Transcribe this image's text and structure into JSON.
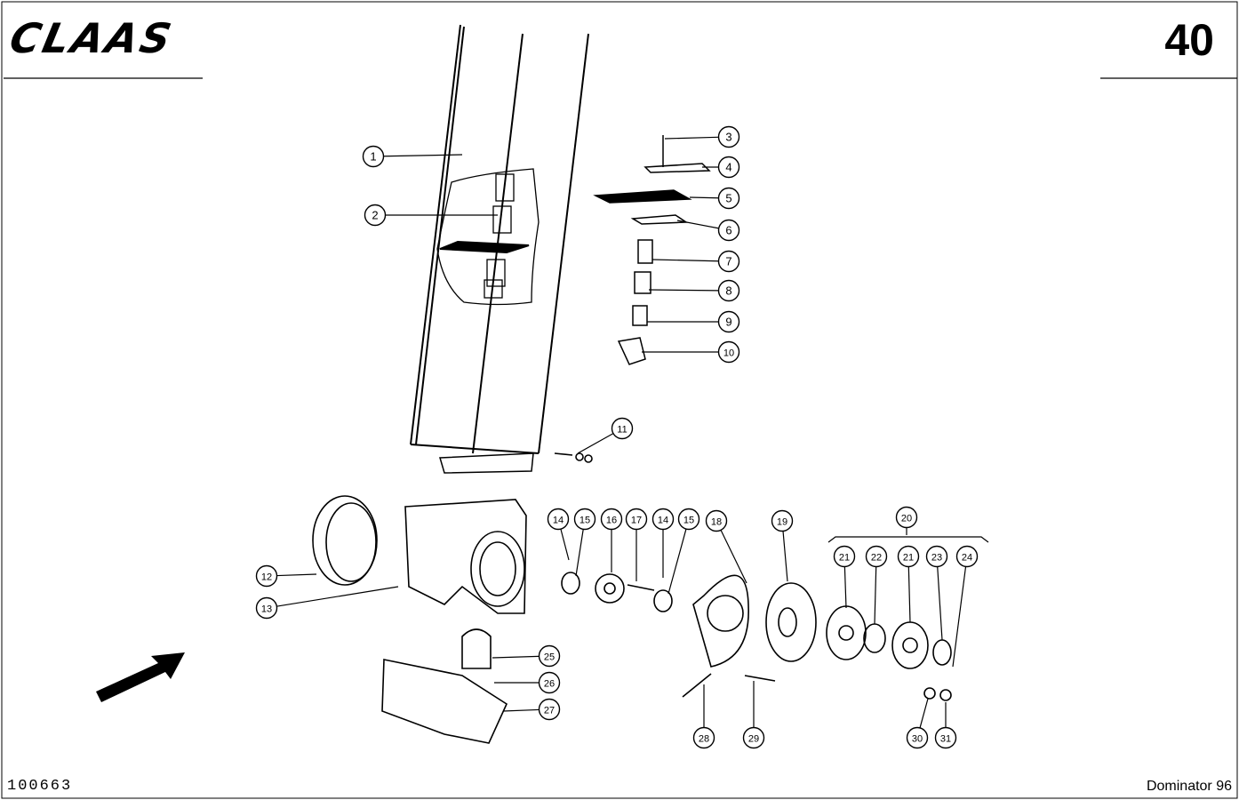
{
  "header": {
    "brand": "CLAAS",
    "page_number": "40"
  },
  "footer": {
    "document_id": "100663",
    "model": "Dominator 96"
  },
  "callouts": [
    "1",
    "2",
    "3",
    "4",
    "5",
    "6",
    "7",
    "8",
    "9",
    "10",
    "11",
    "12",
    "13",
    "14",
    "15",
    "16",
    "17",
    "14",
    "15",
    "18",
    "19",
    "20",
    "21",
    "22",
    "21",
    "23",
    "24",
    "25",
    "26",
    "27",
    "28",
    "29",
    "30",
    "31"
  ]
}
